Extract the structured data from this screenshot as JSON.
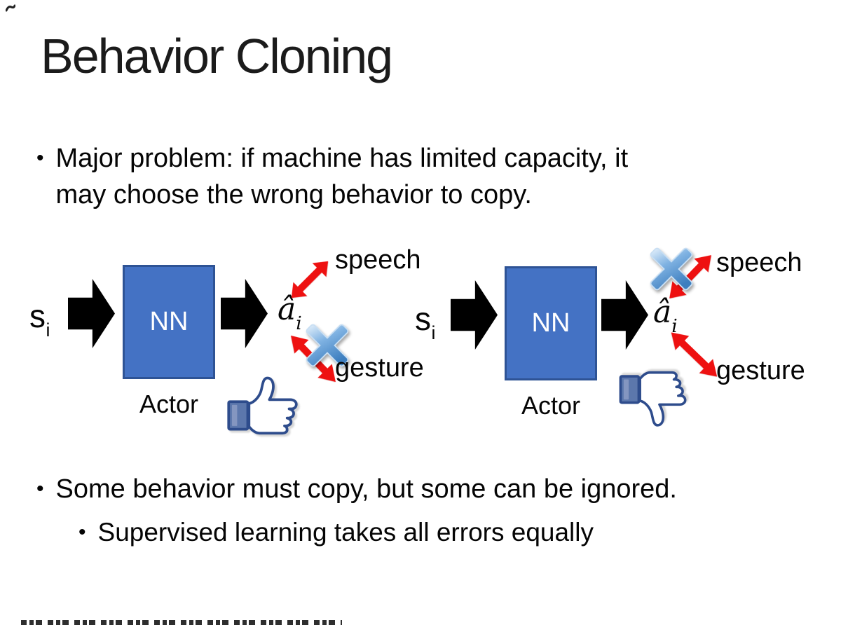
{
  "slide": {
    "title": "Behavior Cloning",
    "bullet_glyph": "•",
    "bullets": {
      "major_problem": {
        "line1": "Major problem: if machine has limited capacity, it",
        "line2": "may choose the wrong behavior to copy."
      },
      "some_behavior": "Some behavior must copy, but some can be ignored.",
      "supervised": "Supervised learning takes all errors equally"
    },
    "diagrams": [
      {
        "input_label": "s",
        "input_subscript": "i",
        "nn_label": "NN",
        "actor_label": "Actor",
        "output_label": "â",
        "output_subscript": "i",
        "speech_label": "speech",
        "gesture_label": "gesture",
        "crossed_out_action": "gesture",
        "feedback_icon": "thumbs-up"
      },
      {
        "input_label": "s",
        "input_subscript": "i",
        "nn_label": "NN",
        "actor_label": "Actor",
        "output_label": "â",
        "output_subscript": "i",
        "speech_label": "speech",
        "gesture_label": "gesture",
        "crossed_out_action": "speech",
        "feedback_icon": "thumbs-down"
      }
    ],
    "colors": {
      "title_text": "#1b1b1b",
      "body_text": "#050505",
      "nn_fill": "#4472C4",
      "nn_border": "#2E5395",
      "nn_text": "#FFFFFF",
      "block_arrow": "#000000",
      "red_arrow": "#EE1111",
      "xmark_light": "#E9F3FC",
      "xmark_mid": "#7FB2E2",
      "xmark_dark": "#3D7EBF",
      "xmark_border": "#C9DFF3",
      "thumb_outline": "#2E4C8C",
      "thumb_cuff": "#5C77AC",
      "thumb_cuff_highlight": "#8496C0",
      "thumb_hand": "#FFFFFF",
      "cutoff_mark": "#2E2E2E"
    }
  }
}
